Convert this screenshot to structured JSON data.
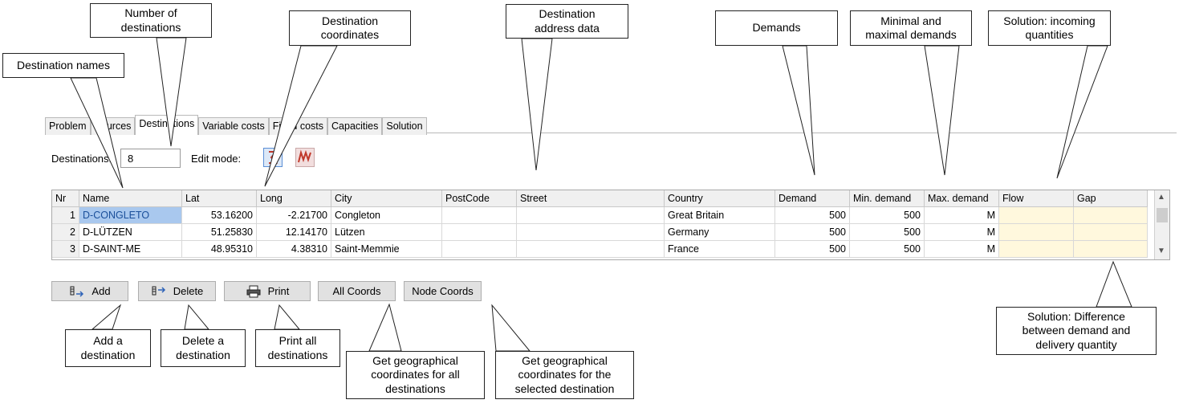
{
  "tabs": [
    "Problem",
    "Sources",
    "Destinations",
    "Variable costs",
    "Fixed costs",
    "Capacities",
    "Solution"
  ],
  "active_tab": "Destinations",
  "destination_label": "Destinations:",
  "destination_value": "8",
  "edit_mode_label": "Edit mode:",
  "grid": {
    "headers": [
      "Nr",
      "Name",
      "Lat",
      "Long",
      "City",
      "PostCode",
      "Street",
      "Country",
      "Demand",
      "Min. demand",
      "Max. demand",
      "Flow",
      "Gap"
    ],
    "rows": [
      [
        "1",
        "D-CONGLETO",
        "53.16200",
        "-2.21700",
        "Congleton",
        "",
        "",
        "Great Britain",
        "500",
        "500",
        "M",
        "",
        ""
      ],
      [
        "2",
        "D-LÜTZEN",
        "51.25830",
        "12.14170",
        "Lützen",
        "",
        "",
        "Germany",
        "500",
        "500",
        "M",
        "",
        ""
      ],
      [
        "3",
        "D-SAINT-ME",
        "48.95310",
        "4.38310",
        "Saint-Memmie",
        "",
        "",
        "France",
        "500",
        "500",
        "M",
        "",
        ""
      ]
    ]
  },
  "buttons": {
    "add": "Add",
    "delete": "Delete",
    "print": "Print",
    "all_coords": "All Coords",
    "node_coords": "Node Coords"
  },
  "callouts": {
    "number_of_destinations": "Number of\ndestinations",
    "destination_coordinates": "Destination\ncoordinates",
    "destination_address_data": "Destination\naddress data",
    "demands": "Demands",
    "min_max_demands": "Minimal and\nmaximal demands",
    "solution_incoming": "Solution: incoming\nquantities",
    "destination_names": "Destination names",
    "solution_difference": "Solution: Difference\nbetween demand and\ndelivery quantity",
    "add_destination": "Add a\ndestination",
    "delete_destination": "Delete a\ndestination",
    "print_all": "Print all\ndestinations",
    "get_all_coords": "Get geographical\ncoordinates for all\ndestinations",
    "get_selected_coords": "Get geographical\ncoordinates for the\nselected destination"
  },
  "colors": {
    "selection": "#a9c8ee",
    "solution_column": "#fff8dd",
    "button_face": "#e1e1e1"
  }
}
